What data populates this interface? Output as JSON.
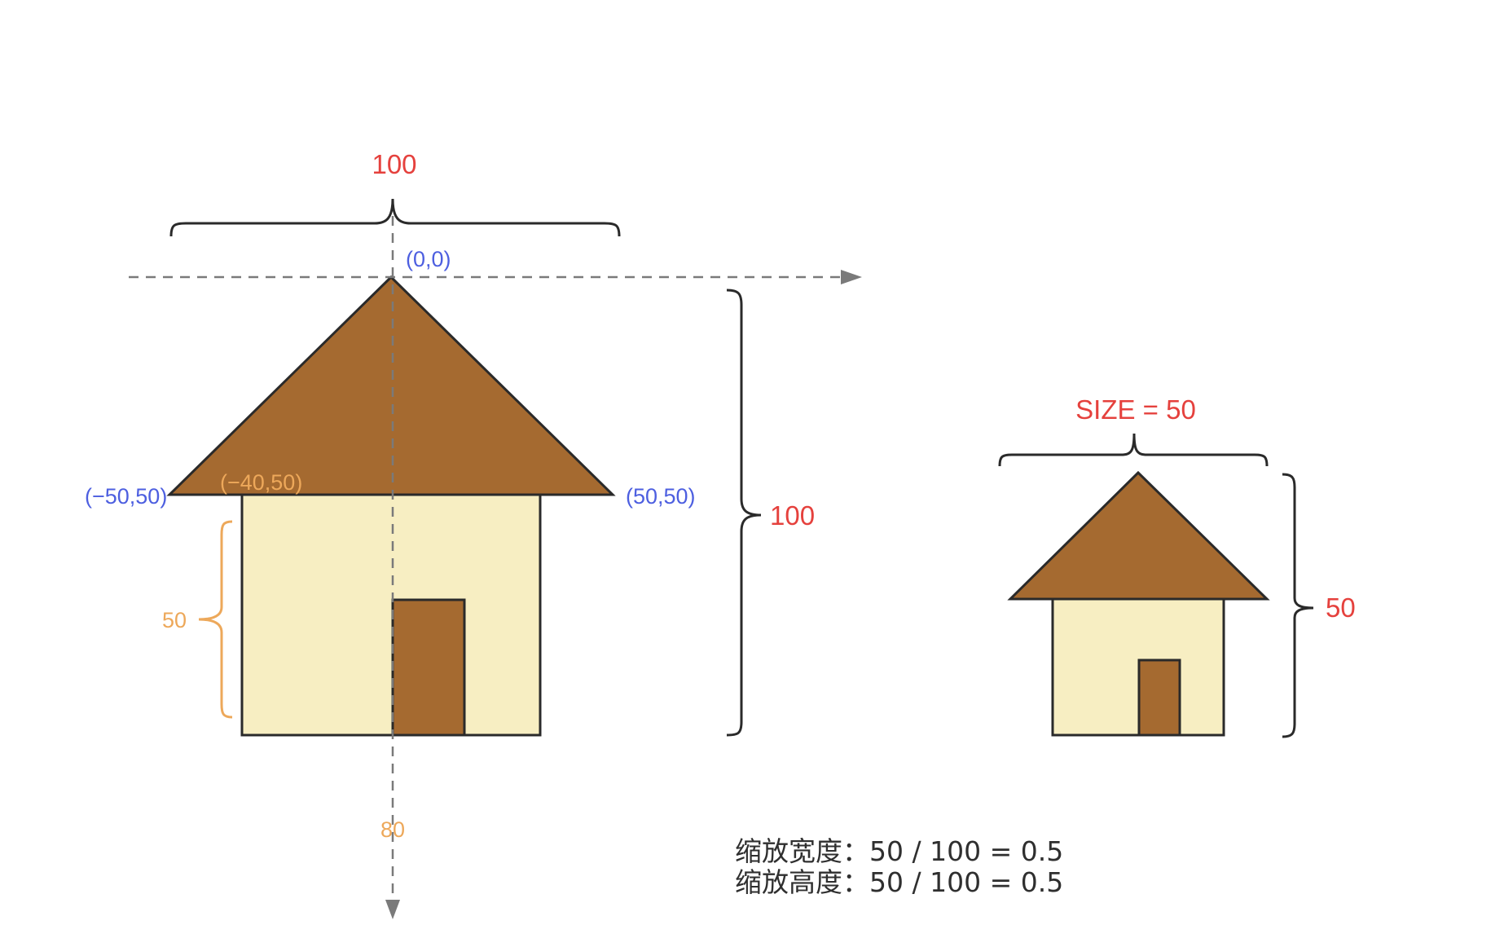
{
  "colors": {
    "roof": "#a56a30",
    "wall": "#f7eec2",
    "door": "#a56a30",
    "outline": "#2a2a2a",
    "axis": "#7a7a7a",
    "dimension_red": "#e5413d",
    "coordinate_blue": "#4d5fe0",
    "annotation_orange": "#eda85a"
  },
  "large_house": {
    "width_label": "100",
    "height_label": "100",
    "origin_label": "(0,0)",
    "left_eave_label": "(−50,50)",
    "right_eave_label": "(50,50)",
    "wall_corner_label": "(−40,50)",
    "wall_height_label": "50",
    "wall_width_label": "80"
  },
  "small_house": {
    "size_label": "SIZE = 50",
    "height_label": "50"
  },
  "notes": {
    "scale_width": "缩放宽度：50 / 100 = 0.5",
    "scale_height": "缩放高度：50 / 100 = 0.5"
  }
}
